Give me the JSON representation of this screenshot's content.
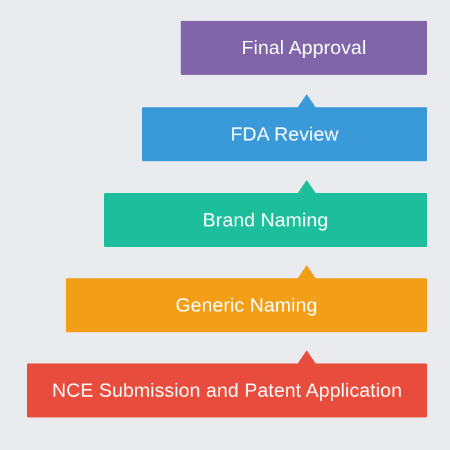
{
  "steps": [
    {
      "label": "Final Approval",
      "color": "#8065a8"
    },
    {
      "label": "FDA Review",
      "color": "#3a9ad9"
    },
    {
      "label": "Brand Naming",
      "color": "#1dbe9b"
    },
    {
      "label": "Generic Naming",
      "color": "#f29e17"
    },
    {
      "label": "NCE Submission and Patent Application",
      "color": "#e74c3c"
    }
  ]
}
